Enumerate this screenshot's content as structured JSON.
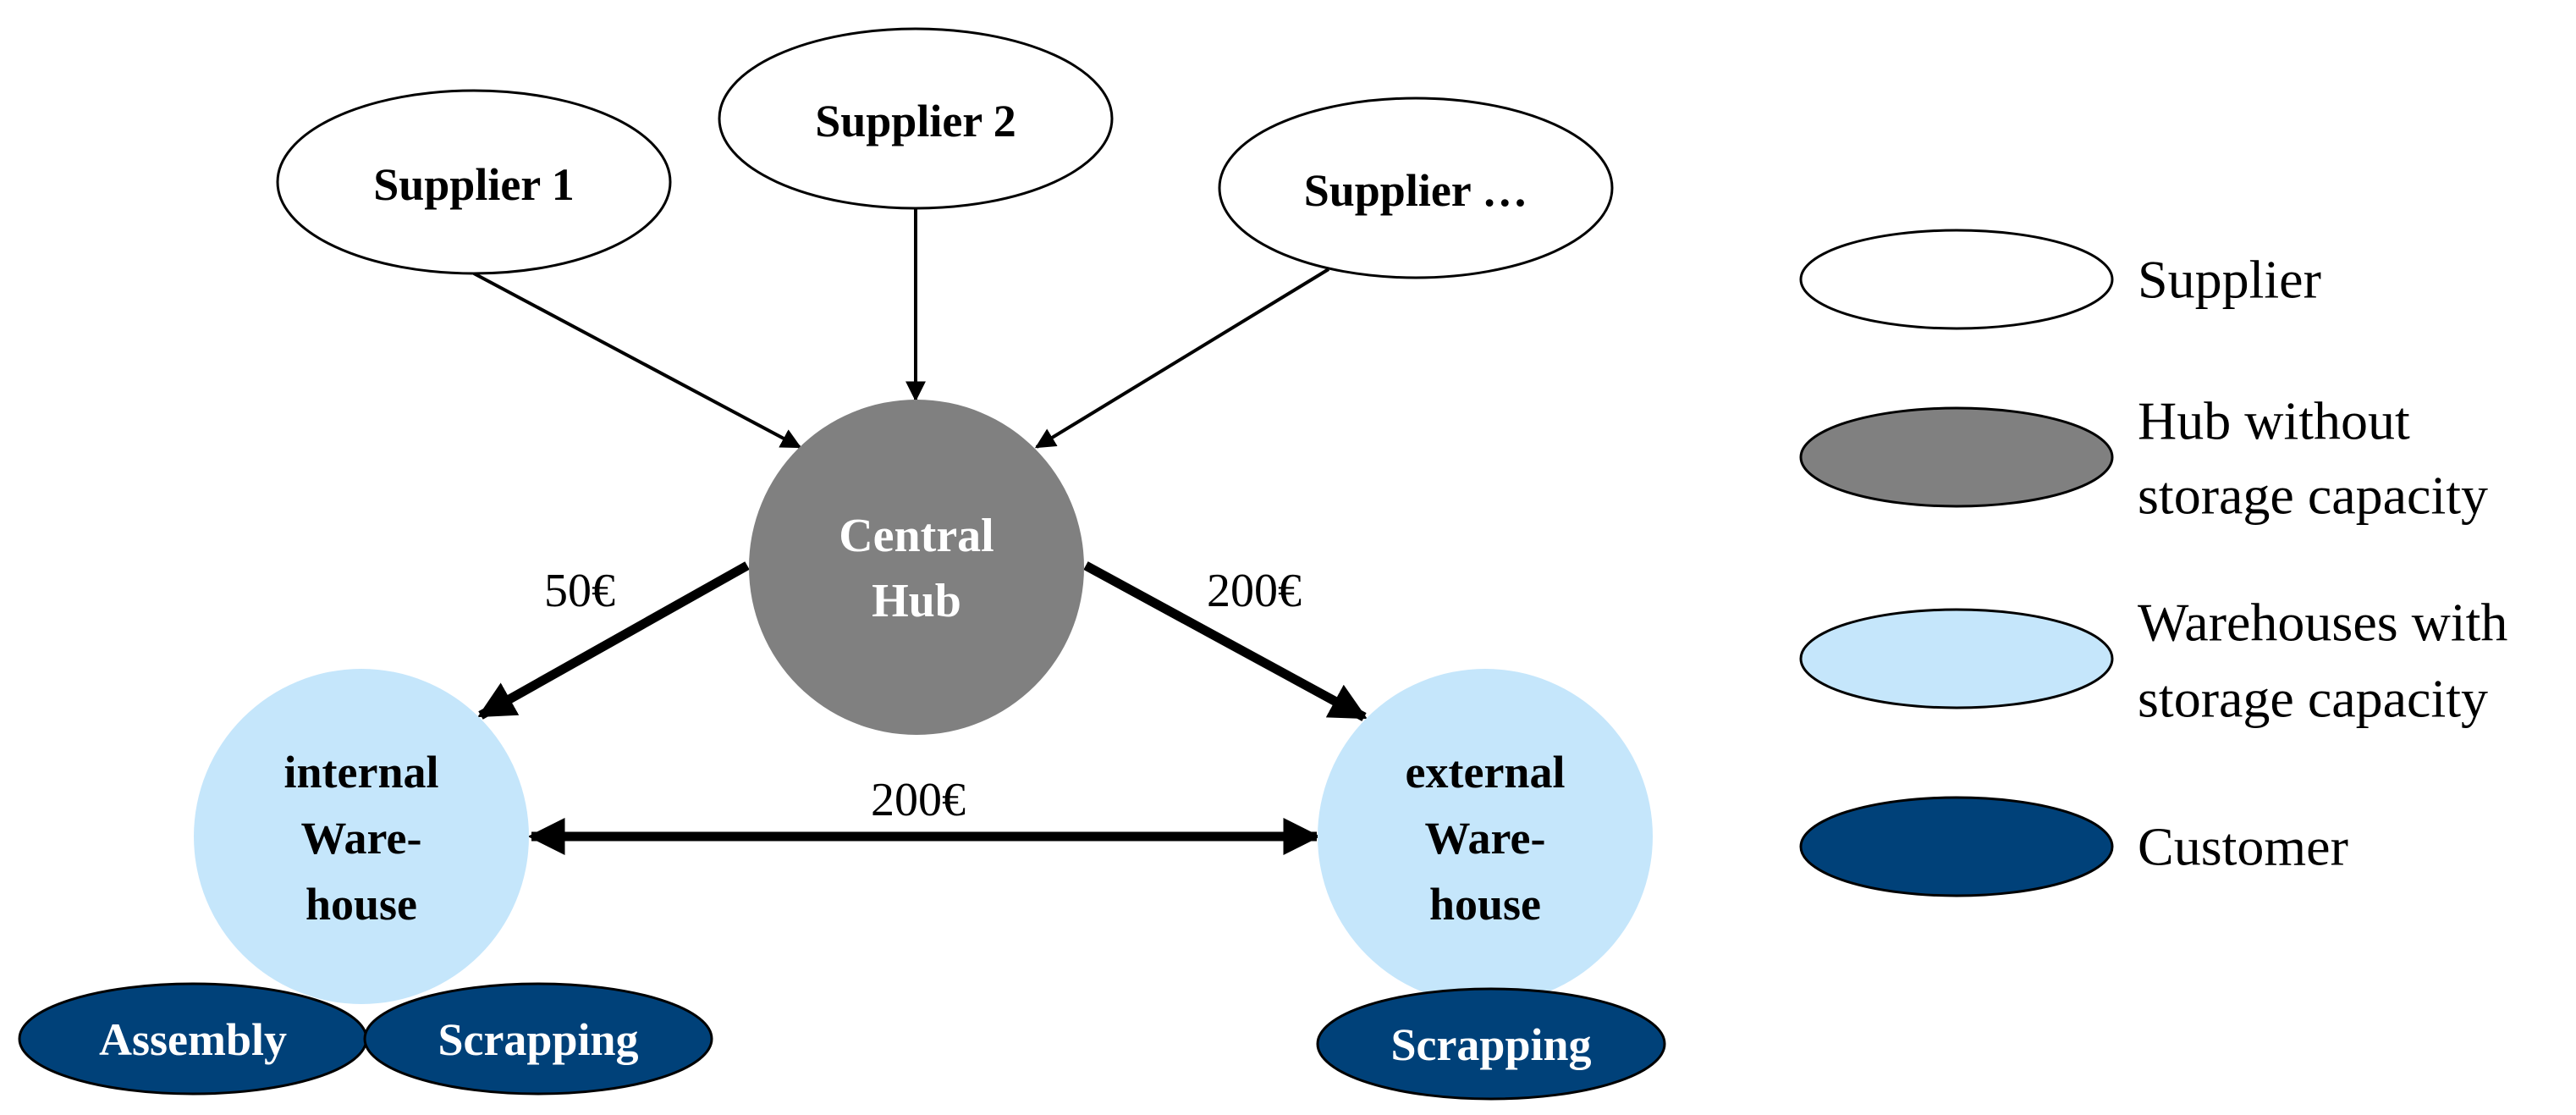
{
  "colors": {
    "supplier_fill": "#ffffff",
    "hub_fill": "#808080",
    "warehouse_fill": "#c5e6fb",
    "customer_fill": "#004179",
    "stroke": "#000000",
    "dark_text": "#000000",
    "light_text": "#ffffff"
  },
  "nodes": {
    "supplier1": {
      "label": "Supplier 1"
    },
    "supplier2": {
      "label": "Supplier 2"
    },
    "supplier3": {
      "label": "Supplier …"
    },
    "hub": {
      "line1": "Central",
      "line2": "Hub"
    },
    "internal_warehouse": {
      "line1": "internal",
      "line2": "Ware-",
      "line3": "house"
    },
    "external_warehouse": {
      "line1": "external",
      "line2": "Ware-",
      "line3": "house"
    },
    "assembly": {
      "label": "Assembly"
    },
    "scrapping_internal": {
      "label": "Scrapping"
    },
    "scrapping_external": {
      "label": "Scrapping"
    }
  },
  "edges": {
    "hub_to_internal": {
      "label": "50€"
    },
    "hub_to_external": {
      "label": "200€"
    },
    "internal_external": {
      "label": "200€"
    }
  },
  "legend": {
    "supplier": {
      "line1": "Supplier"
    },
    "hub": {
      "line1": "Hub without",
      "line2": "storage capacity"
    },
    "warehouse": {
      "line1": "Warehouses with",
      "line2": "storage capacity"
    },
    "customer": {
      "line1": "Customer"
    }
  }
}
